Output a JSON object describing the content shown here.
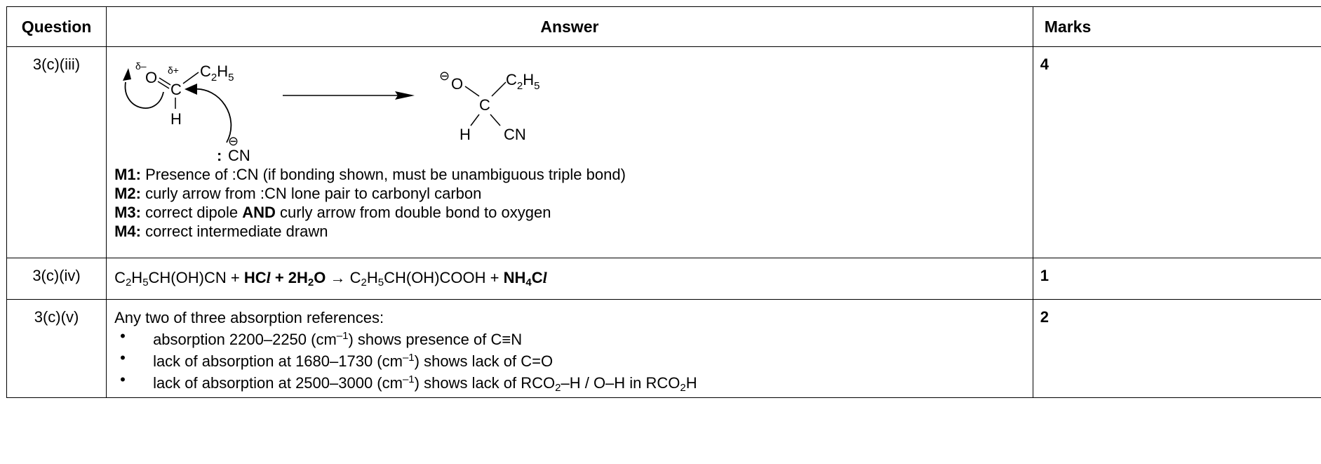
{
  "headers": {
    "question": "Question",
    "answer": "Answer",
    "marks": "Marks"
  },
  "rows": [
    {
      "question": "3(c)(iii)",
      "marks": "4",
      "scheme_labels": {
        "delta_minus": "δ–",
        "delta_plus": "δ+",
        "O": "O",
        "C": "C",
        "H": "H",
        "C2H5_main": "C",
        "C2H5_sub": "2",
        "C2H5_H": "H",
        "C2H5_five": "5",
        "CN": "CN",
        "lone_pair": ":",
        "negative_charge": "⊖"
      },
      "criteria": [
        {
          "label": "M1:",
          "text": " Presence of :CN (if bonding shown, must be unambiguous triple bond)"
        },
        {
          "label": "M2:",
          "text": " curly arrow from :CN lone pair to carbonyl carbon"
        },
        {
          "label": "M3:",
          "text_a": " correct dipole ",
          "and": "AND",
          "text_b": " curly arrow from double bond to oxygen"
        },
        {
          "label": "M4:",
          "text": " correct intermediate drawn"
        }
      ]
    },
    {
      "question": "3(c)(iv)",
      "marks": "1",
      "equation": {
        "p1": "C",
        "s1": "2",
        "p2": "H",
        "s2": "5",
        "p3": "CH(OH)CN + ",
        "b1": "HC",
        "l1": "l",
        "b2": " + 2H",
        "s3": "2",
        "b3": "O",
        "p4": " → C",
        "s4": "2",
        "p5": "H",
        "s5": "5",
        "p6": "CH(OH)COOH + ",
        "b4": "NH",
        "s6": "4",
        "b5": "C",
        "l2": "l"
      }
    },
    {
      "question": "3(c)(v)",
      "marks": "2",
      "intro": "Any two of three absorption references:",
      "bullet_char": "•",
      "bullets": [
        {
          "a": "absorption 2200–2250 (cm",
          "sup": "–1",
          "b": ") shows presence of C≡N"
        },
        {
          "a": "lack of absorption at 1680–1730 (cm",
          "sup": "–1",
          "b": ") shows lack of C=O"
        },
        {
          "a": "lack of absorption at 2500–3000 (cm",
          "sup": "–1",
          "b": ") shows lack of RCO",
          "sub": "2",
          "c": "–H / O–H in RCO",
          "sub2": "2",
          "d": "H"
        }
      ]
    }
  ]
}
